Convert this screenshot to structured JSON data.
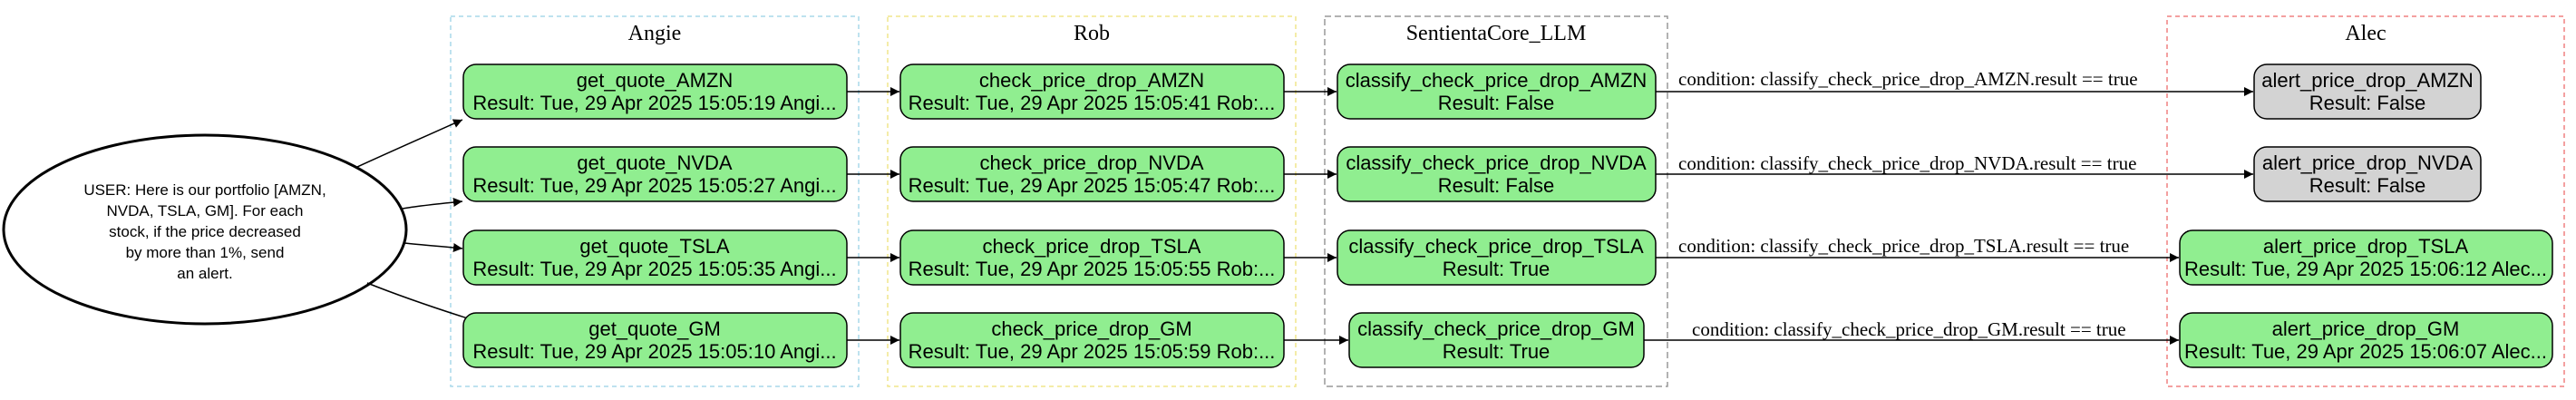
{
  "colors": {
    "node_green": "#90ee90",
    "node_grey": "#d3d3d3",
    "cluster_angie": "#a8d8ea",
    "cluster_rob": "#f0e68c",
    "cluster_sentienta": "#999999",
    "cluster_alec": "#f08080"
  },
  "user_node": {
    "lines": [
      "USER: Here is our portfolio [AMZN,",
      "NVDA, TSLA, GM]. For each",
      "stock, if the price decreased",
      "by more than 1%, send",
      "an alert."
    ]
  },
  "clusters": {
    "angie": {
      "title": "Angie",
      "nodes": [
        {
          "title": "get_quote_AMZN",
          "result": "Result: Tue, 29 Apr 2025 15:05:19 Angi..."
        },
        {
          "title": "get_quote_NVDA",
          "result": "Result: Tue, 29 Apr 2025 15:05:27 Angi..."
        },
        {
          "title": "get_quote_TSLA",
          "result": "Result: Tue, 29 Apr 2025 15:05:35 Angi..."
        },
        {
          "title": "get_quote_GM",
          "result": "Result: Tue, 29 Apr 2025 15:05:10 Angi..."
        }
      ]
    },
    "rob": {
      "title": "Rob",
      "nodes": [
        {
          "title": "check_price_drop_AMZN",
          "result": "Result: Tue, 29 Apr 2025 15:05:41 Rob:..."
        },
        {
          "title": "check_price_drop_NVDA",
          "result": "Result: Tue, 29 Apr 2025 15:05:47 Rob:..."
        },
        {
          "title": "check_price_drop_TSLA",
          "result": "Result: Tue, 29 Apr 2025 15:05:55 Rob:..."
        },
        {
          "title": "check_price_drop_GM",
          "result": "Result: Tue, 29 Apr 2025 15:05:59 Rob:..."
        }
      ]
    },
    "sentienta": {
      "title": "SentientaCore_LLM",
      "nodes": [
        {
          "title": "classify_check_price_drop_AMZN",
          "result": "Result: False"
        },
        {
          "title": "classify_check_price_drop_NVDA",
          "result": "Result: False"
        },
        {
          "title": "classify_check_price_drop_TSLA",
          "result": "Result: True"
        },
        {
          "title": "classify_check_price_drop_GM",
          "result": "Result: True"
        }
      ]
    },
    "alec": {
      "title": "Alec",
      "nodes": [
        {
          "title": "alert_price_drop_AMZN",
          "result": "Result: False",
          "state": "skipped"
        },
        {
          "title": "alert_price_drop_NVDA",
          "result": "Result: False",
          "state": "skipped"
        },
        {
          "title": "alert_price_drop_TSLA",
          "result": "Result: Tue, 29 Apr 2025 15:06:12 Alec...",
          "state": "done"
        },
        {
          "title": "alert_price_drop_GM",
          "result": "Result: Tue, 29 Apr 2025 15:06:07 Alec...",
          "state": "done"
        }
      ]
    }
  },
  "edge_conditions": [
    "condition: classify_check_price_drop_AMZN.result == true",
    "condition: classify_check_price_drop_NVDA.result == true",
    "condition: classify_check_price_drop_TSLA.result == true",
    "condition: classify_check_price_drop_GM.result == true"
  ]
}
